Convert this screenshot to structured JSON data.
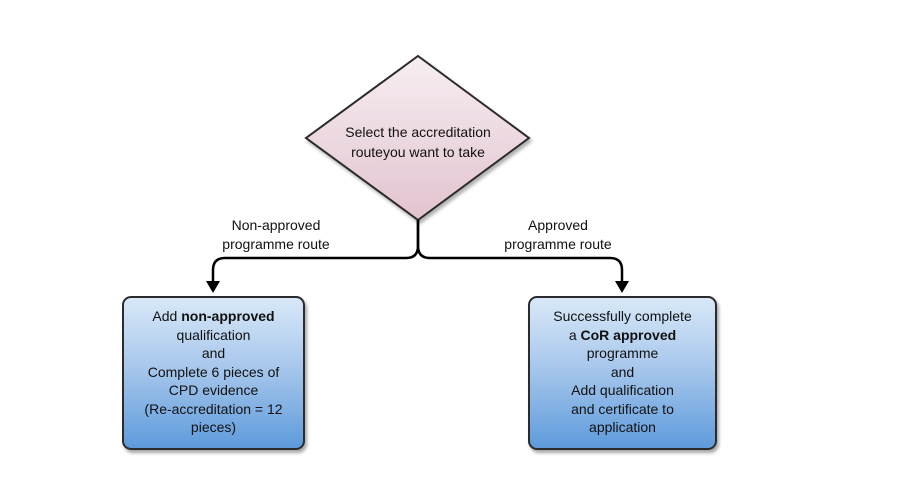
{
  "decision": {
    "line1": "Select the accreditation",
    "line2": "routeyou want to take"
  },
  "routes": {
    "left": {
      "line1": "Non-approved",
      "line2": "programme route"
    },
    "right": {
      "line1": "Approved",
      "line2": "programme route"
    }
  },
  "left_box": {
    "prefix": "Add ",
    "bold": "non-approved",
    "line2": "qualification",
    "line3": "and",
    "line4": "Complete 6 pieces of",
    "line5": "CPD evidence",
    "line6": "(Re-accreditation = 12",
    "line7": "pieces)"
  },
  "right_box": {
    "line1": "Successfully complete",
    "prefix": "a ",
    "bold": "CoR approved",
    "line3": "programme",
    "line4": "and",
    "line5": "Add qualification",
    "line6": "and certificate to",
    "line7": "application"
  },
  "colors": {
    "diamond_top": "#f7eef2",
    "diamond_bottom": "#e2c3cf",
    "box_top": "#d8e8f8",
    "box_bottom": "#5e9bdc",
    "stroke": "#2b2b2b"
  }
}
